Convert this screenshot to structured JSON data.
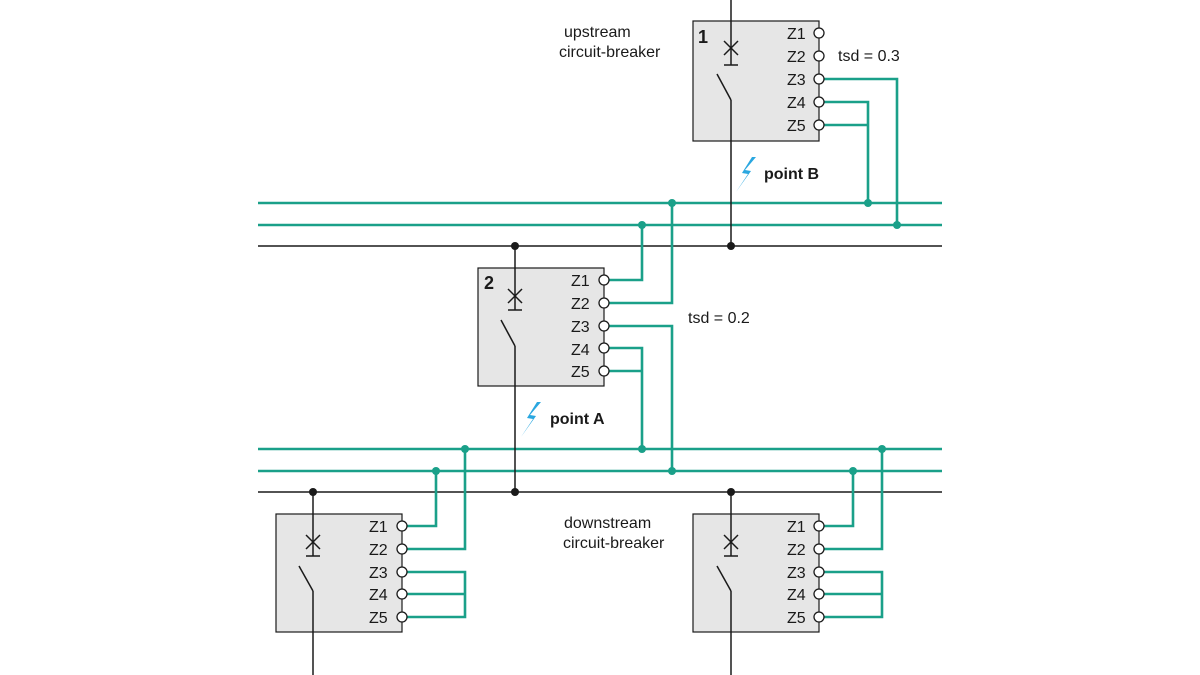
{
  "colors": {
    "selectivity_wire": "#1aa089",
    "fault_bolt": "#2aa7e0",
    "enclosure": "#e6e6e6",
    "line": "#1a1a1a"
  },
  "labels": {
    "upstream_line1": "upstream",
    "upstream_line2": "circuit-breaker",
    "downstream_line1": "downstream",
    "downstream_line2": "circuit-breaker",
    "tsd_upper": "tsd = 0.3",
    "tsd_middle": "tsd = 0.2",
    "point_b": "point B",
    "point_a": "point A"
  },
  "breakers": {
    "upper": {
      "number": "1"
    },
    "middle": {
      "number": "2"
    }
  },
  "terminals": [
    "Z1",
    "Z2",
    "Z3",
    "Z4",
    "Z5"
  ],
  "icons": [
    "lightning-bolt-icon",
    "breaker-contact-icon",
    "terminal-circle-icon"
  ]
}
